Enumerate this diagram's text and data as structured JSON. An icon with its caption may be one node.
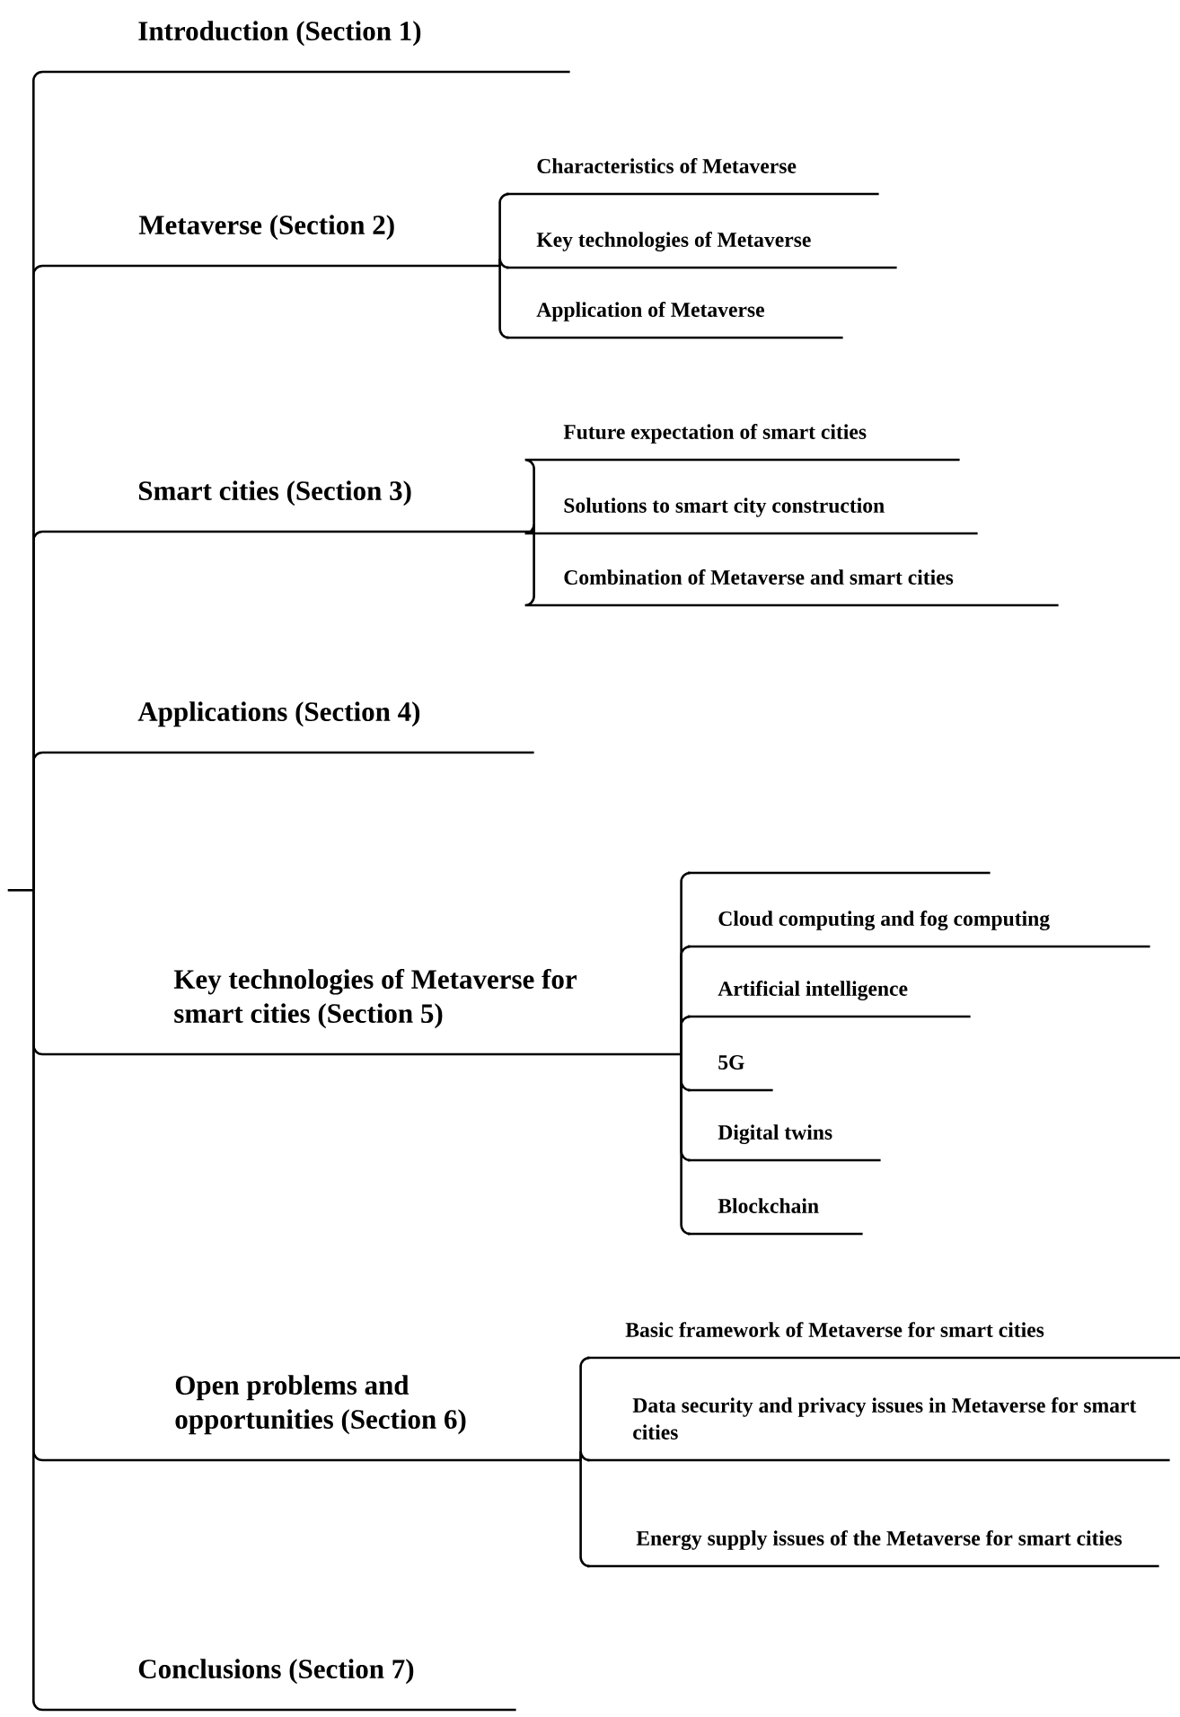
{
  "diagram": {
    "nodes": [
      {
        "text": [],
        "shape": "line"
      },
      {
        "text": [
          "Introduction (Section 1)"
        ]
      },
      {
        "text": [
          "Metaverse (Section 2)"
        ]
      },
      {
        "text": [
          "Characteristics of Metaverse"
        ]
      },
      {
        "text": [
          "Key technologies of Metaverse"
        ]
      },
      {
        "text": [
          "Application of Metaverse"
        ]
      },
      {
        "text": [
          "Smart cities (Section 3)"
        ]
      },
      {
        "text": [
          "Future expectation of smart cities"
        ]
      },
      {
        "text": [
          "Solutions to smart city construction"
        ]
      },
      {
        "text": [
          "Combination of Metaverse and smart cities"
        ]
      },
      {
        "text": [
          "Applications (Section 4)"
        ]
      },
      {
        "text": [
          "Key technologies of Metaverse for smart cities (Section 5)"
        ]
      },
      {
        "text": [],
        "shape": "line"
      },
      {
        "text": [
          "Cloud computing and fog computing"
        ]
      },
      {
        "text": [
          "Artificial intelligence"
        ]
      },
      {
        "text": [
          "5G"
        ]
      },
      {
        "text": [
          "Digital twins"
        ]
      },
      {
        "text": [
          "Blockchain"
        ]
      },
      {
        "text": [
          "Open problems and opportunities (Section 6)"
        ]
      },
      {
        "text": [
          "Basic framework of Metaverse for smart cities"
        ]
      },
      {
        "text": [
          "Data security and privacy issues in Metaverse for smart cities"
        ]
      },
      {
        "text": [
          "Energy supply issues of the Metaverse for smart cities"
        ]
      },
      {
        "text": [
          "Conclusions (Section 7)"
        ]
      }
    ],
    "edges": [
      {
        "from": 0,
        "to": 1,
        "arrow": "none"
      },
      {
        "from": 0,
        "to": 2,
        "arrow": "none"
      },
      {
        "from": 2,
        "to": 3,
        "arrow": "none"
      },
      {
        "from": 2,
        "to": 4,
        "arrow": "none"
      },
      {
        "from": 2,
        "to": 5,
        "arrow": "none"
      },
      {
        "from": 0,
        "to": 6,
        "arrow": "none"
      },
      {
        "from": 6,
        "to": 7,
        "arrow": "none"
      },
      {
        "from": 6,
        "to": 8,
        "arrow": "none"
      },
      {
        "from": 6,
        "to": 9,
        "arrow": "none"
      },
      {
        "from": 0,
        "to": 10,
        "arrow": "none"
      },
      {
        "from": 0,
        "to": 11,
        "arrow": "none"
      },
      {
        "from": 11,
        "to": 12,
        "arrow": "none"
      },
      {
        "from": 11,
        "to": 13,
        "arrow": "none"
      },
      {
        "from": 11,
        "to": 14,
        "arrow": "none"
      },
      {
        "from": 11,
        "to": 15,
        "arrow": "none"
      },
      {
        "from": 11,
        "to": 16,
        "arrow": "none"
      },
      {
        "from": 11,
        "to": 17,
        "arrow": "none"
      },
      {
        "from": 0,
        "to": 18,
        "arrow": "none"
      },
      {
        "from": 18,
        "to": 19,
        "arrow": "none"
      },
      {
        "from": 18,
        "to": 20,
        "arrow": "none"
      },
      {
        "from": 18,
        "to": 21,
        "arrow": "none"
      },
      {
        "from": 0,
        "to": 22,
        "arrow": "none"
      }
    ]
  }
}
